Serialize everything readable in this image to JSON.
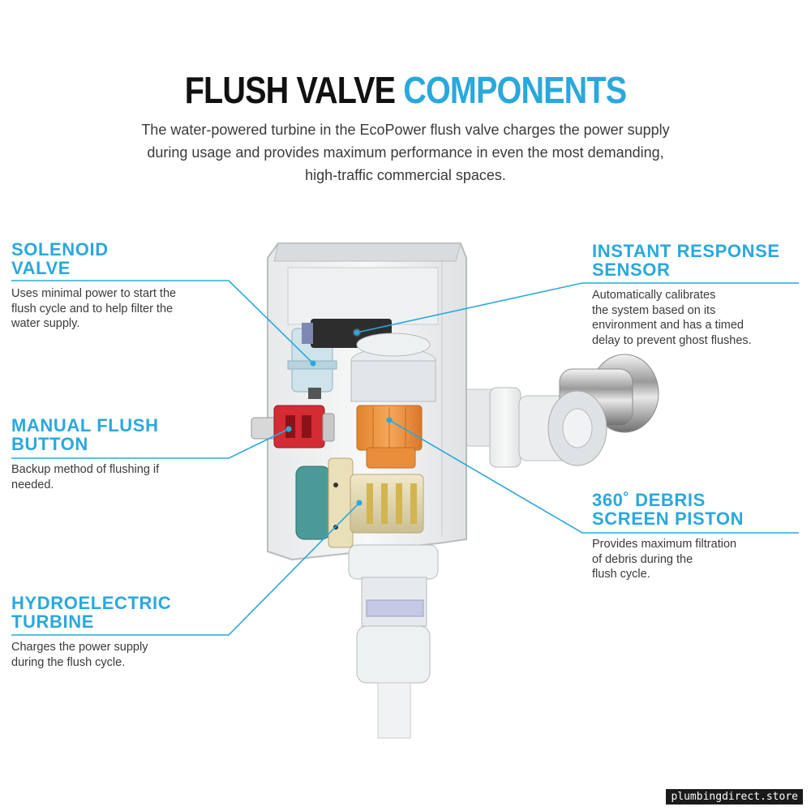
{
  "title": {
    "part1": "FLUSH VALVE",
    "part2": "COMPONENTS"
  },
  "intro": [
    "The water-powered turbine in the EcoPower flush valve charges the power supply",
    "during usage and provides maximum performance in even the most demanding,",
    "high-traffic commercial spaces."
  ],
  "components": {
    "solenoid_valve": {
      "label": [
        "SOLENOID",
        "VALVE"
      ],
      "desc": [
        "Uses minimal power to start the",
        "flush cycle and to help filter the",
        "water supply."
      ]
    },
    "manual_flush_button": {
      "label": [
        "MANUAL FLUSH",
        "BUTTON"
      ],
      "desc": [
        "Backup method of flushing if",
        "needed."
      ]
    },
    "hydroelectric_turbine": {
      "label": [
        "HYDROELECTRIC",
        "TURBINE"
      ],
      "desc": [
        "Charges the power supply",
        "during the flush cycle."
      ]
    },
    "instant_response_sensor": {
      "label": [
        "INSTANT RESPONSE",
        "SENSOR"
      ],
      "desc": [
        "Automatically calibrates",
        "the system based on its",
        "environment and has a timed",
        "delay to prevent ghost flushes."
      ]
    },
    "debris_screen_piston": {
      "label": [
        "360˚ DEBRIS",
        "SCREEN PISTON"
      ],
      "desc": [
        "Provides maximum filtration",
        "of debris during the",
        "flush cycle."
      ]
    }
  },
  "watermark": "plumbingdirect.store",
  "colors": {
    "accent": "#2aa8dc",
    "heading": "#111111",
    "body_text": "#3a3a3a"
  }
}
